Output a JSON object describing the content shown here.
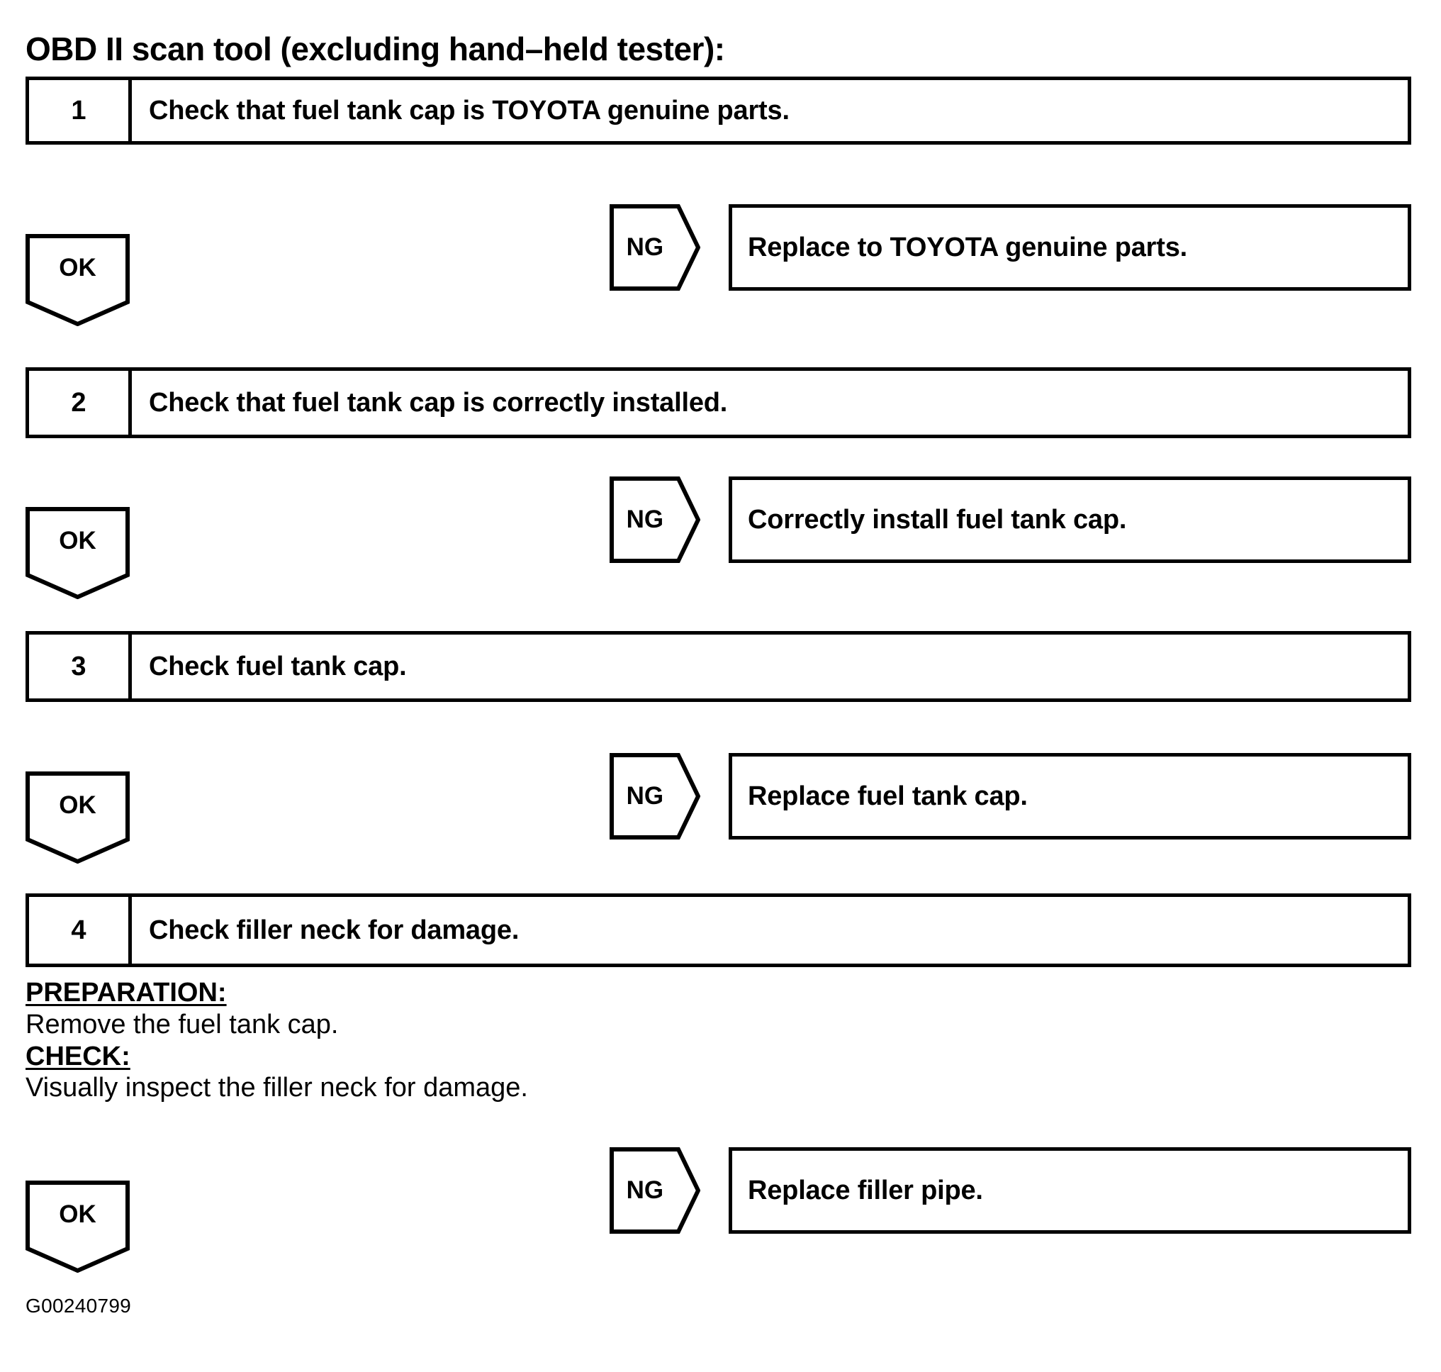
{
  "document": {
    "title": "OBD II scan tool (excluding hand–held tester):",
    "footer_code": "G00240799",
    "ok_label": "OK",
    "ng_label": "NG",
    "colors": {
      "ink": "#000000",
      "paper": "#ffffff"
    }
  },
  "flow": {
    "steps": [
      {
        "number": "1",
        "text": "Check that fuel tank cap is TOYOTA genuine parts."
      },
      {
        "number": "2",
        "text": "Check that fuel tank cap is correctly installed."
      },
      {
        "number": "3",
        "text": "Check fuel tank cap."
      },
      {
        "number": "4",
        "text": "Check filler neck for damage."
      }
    ],
    "ng_branches": [
      {
        "label": "NG",
        "action": "Replace to TOYOTA genuine parts."
      },
      {
        "label": "NG",
        "action": "Correctly install fuel tank cap."
      },
      {
        "label": "NG",
        "action": "Replace fuel tank cap."
      },
      {
        "label": "NG",
        "action": "Replace filler pipe."
      }
    ],
    "ok_connectors": [
      {
        "label": "OK"
      },
      {
        "label": "OK"
      },
      {
        "label": "OK"
      },
      {
        "label": "OK"
      }
    ]
  },
  "procedure": {
    "preparation_heading": "PREPARATION:",
    "preparation_text": "Remove the fuel tank cap.",
    "check_heading": "CHECK:",
    "check_text": "Visually inspect the filler neck for damage."
  }
}
